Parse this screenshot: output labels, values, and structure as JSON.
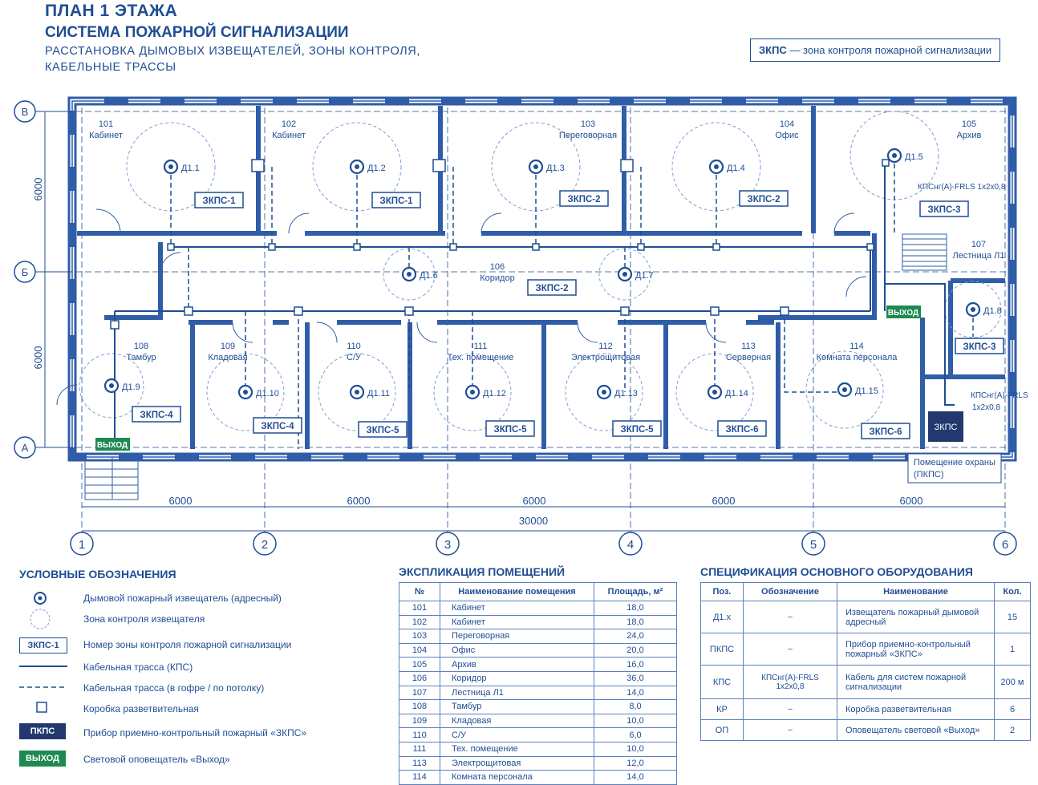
{
  "header": {
    "title": "ПЛАН 1 ЭТАЖА",
    "subtitle": "СИСТЕМА ПОЖАРНОЙ СИГНАЛИЗАЦИИ",
    "subtitle2_line1": "РАССТАНОВКА ДЫМОВЫХ ИЗВЕЩАТЕЛЕЙ, ЗОНЫ КОНТРОЛЯ,",
    "subtitle2_line2": "КАБЕЛЬНЫЕ ТРАССЫ"
  },
  "definition": {
    "abbr": "ЗКПС",
    "text": " — зона контроля пожарной сигнализации"
  },
  "plan": {
    "axes_rows": [
      "В",
      "Б",
      "А"
    ],
    "axes_cols": [
      "1",
      "2",
      "3",
      "4",
      "5",
      "6"
    ],
    "bay_dims": [
      "6000",
      "6000",
      "6000",
      "6000",
      "6000"
    ],
    "total_dim": "30000",
    "row_dims": [
      "6000",
      "6000"
    ],
    "rooms": [
      {
        "num": "101",
        "name": "Кабинет"
      },
      {
        "num": "102",
        "name": "Кабинет"
      },
      {
        "num": "103",
        "name": "Переговорная"
      },
      {
        "num": "104",
        "name": "Офис"
      },
      {
        "num": "105",
        "name": "Архив"
      },
      {
        "num": "106",
        "name": "Коридор"
      },
      {
        "num": "107",
        "name": "Лестница Л1"
      },
      {
        "num": "108",
        "name": "Тамбур"
      },
      {
        "num": "109",
        "name": "Кладовая"
      },
      {
        "num": "110",
        "name": "С/У"
      },
      {
        "num": "111",
        "name": "Тех. помещение"
      },
      {
        "num": "112",
        "name": "Электрощитовая"
      },
      {
        "num": "113",
        "name": "Серверная"
      },
      {
        "num": "114",
        "name": "Комната персонала"
      }
    ],
    "detectors": [
      "Д1.1",
      "Д1.2",
      "Д1.3",
      "Д1.4",
      "Д1.5",
      "Д1.6",
      "Д1.7",
      "Д1.8",
      "Д1.9",
      "Д1.10",
      "Д1.11",
      "Д1.12",
      "Д1.13",
      "Д1.14",
      "Д1.15"
    ],
    "zones": [
      "ЗКПС-1",
      "ЗКПС-1",
      "ЗКПС-2",
      "ЗКПС-2",
      "ЗКПС-3",
      "ЗКПС-2",
      "ЗКПС-3",
      "ЗКПС-4",
      "ЗКПС-4",
      "ЗКПС-5",
      "ЗКПС-5",
      "ЗКПС-5",
      "ЗКПС-6",
      "ЗКПС-6"
    ],
    "cable_label_1": "КПСнг(А)-FRLS 1х2х0,8",
    "cable_label_2a": "КПСнг(А)-FRLS",
    "cable_label_2b": "1х2х0,8",
    "exit": "ВЫХОД",
    "panel": "ЗКПС",
    "guard_room_1": "Помещение охраны",
    "guard_room_2": "(ПКПС)"
  },
  "legend": {
    "title": "УСЛОВНЫЕ ОБОЗНАЧЕНИЯ",
    "zone_sample": "ЗКПС-1",
    "panel_sample": "ПКПС",
    "exit_sample": "ВЫХОД",
    "items": [
      "Дымовой пожарный извещатель (адресный)",
      "Зона контроля извещателя",
      "Номер зоны контроля пожарной сигнализации",
      "Кабельная трасса (КПС)",
      "Кабельная трасса (в гофре / по потолку)",
      "Коробка разветвительная",
      "Прибор приемно-контрольный пожарный «ЗКПС»",
      "Световой оповещатель «Выход»"
    ]
  },
  "explication": {
    "title": "ЭКСПЛИКАЦИЯ ПОМЕЩЕНИЙ",
    "headers": [
      "№",
      "Наименование помещения",
      "Площадь, м²"
    ],
    "rows": [
      [
        "101",
        "Кабинет",
        "18,0"
      ],
      [
        "102",
        "Кабинет",
        "18,0"
      ],
      [
        "103",
        "Переговорная",
        "24,0"
      ],
      [
        "104",
        "Офис",
        "20,0"
      ],
      [
        "105",
        "Архив",
        "16,0"
      ],
      [
        "106",
        "Коридор",
        "36,0"
      ],
      [
        "107",
        "Лестница Л1",
        "14,0"
      ],
      [
        "108",
        "Тамбур",
        "8,0"
      ],
      [
        "109",
        "Кладовая",
        "10,0"
      ],
      [
        "110",
        "С/У",
        "6,0"
      ],
      [
        "111",
        "Тех. помещение",
        "10,0"
      ],
      [
        "113",
        "Электрощитовая",
        "12,0"
      ],
      [
        "114",
        "Комната персонала",
        "14,0"
      ]
    ]
  },
  "spec": {
    "title": "СПЕЦИФИКАЦИЯ ОСНОВНОГО ОБОРУДОВАНИЯ",
    "headers": [
      "Поз.",
      "Обозначение",
      "Наименование",
      "Кол."
    ],
    "rows": [
      {
        "pos": "Д1.х",
        "code": "–",
        "name1": "Извещатель пожарный дымовой",
        "name2": "адресный",
        "qty": "15"
      },
      {
        "pos": "ПКПС",
        "code": "–",
        "name1": "Прибор приемно-контрольный",
        "name2": "пожарный «ЗКПС»",
        "qty": "1"
      },
      {
        "pos": "КПС",
        "code": "КПСнг(А)-FRLS 1х2х0,8",
        "name1": "Кабель для систем пожарной",
        "name2": "сигнализации",
        "qty": "200 м"
      },
      {
        "pos": "КР",
        "code": "–",
        "name1": "Коробка разветвительная",
        "name2": "",
        "qty": "6"
      },
      {
        "pos": "ОП",
        "code": "–",
        "name1": "Оповещатель световой «Выход»",
        "name2": "",
        "qty": "2"
      }
    ]
  },
  "colors": {
    "line": "#1f4e94",
    "wall": "#2f5da8",
    "panel": "#22386e",
    "exit": "#1e8a52"
  }
}
